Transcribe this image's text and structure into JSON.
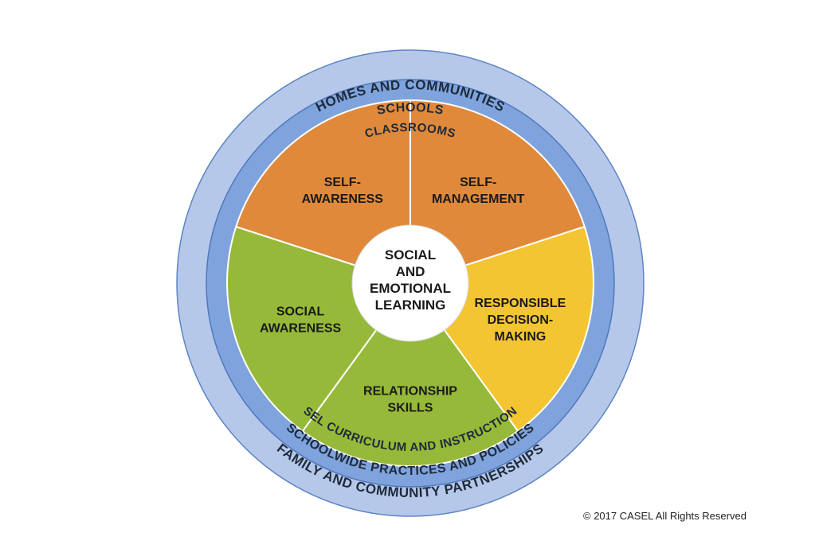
{
  "diagram": {
    "rings": {
      "homes_and_communities": {
        "top_label": "HOMES AND COMMUNITIES",
        "bottom_label": "FAMILY AND COMMUNITY PARTNERSHIPS",
        "color": "#b6c8ea"
      },
      "schools": {
        "top_label": "SCHOOLS",
        "bottom_label": "SCHOOLWIDE PRACTICES AND POLICIES",
        "color": "#7fa3dc"
      },
      "classrooms": {
        "top_label": "CLASSROOMS",
        "bottom_label": "SEL CURRICULUM AND INSTRUCTION",
        "color": "#3a7bcc"
      }
    },
    "center": {
      "lines": [
        "SOCIAL",
        "AND",
        "EMOTIONAL",
        "LEARNING"
      ],
      "color": "#ffffff"
    },
    "competencies": [
      {
        "lines": [
          "SELF-",
          "MANAGEMENT"
        ],
        "color": "#e0893b"
      },
      {
        "lines": [
          "RESPONSIBLE",
          "DECISION-",
          "MAKING"
        ],
        "color": "#f3c532"
      },
      {
        "lines": [
          "RELATIONSHIP",
          "SKILLS"
        ],
        "color": "#97b93a"
      },
      {
        "lines": [
          "SOCIAL",
          "AWARENESS"
        ],
        "color": "#97b93a"
      },
      {
        "lines": [
          "SELF-",
          "AWARENESS"
        ],
        "color": "#e0893b"
      }
    ]
  },
  "copyright": "© 2017 CASEL All Rights Reserved"
}
